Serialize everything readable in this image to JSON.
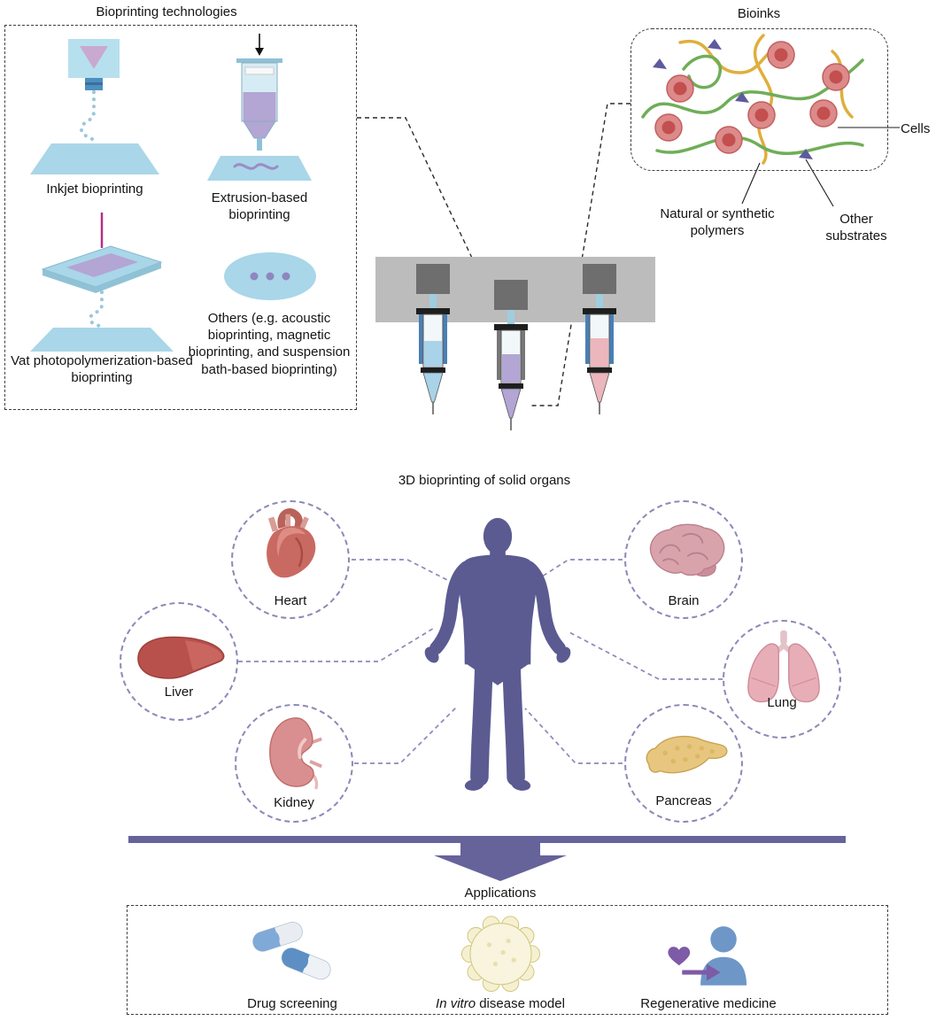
{
  "technologies": {
    "title": "Bioprinting technologies",
    "items": [
      {
        "label": "Inkjet bioprinting"
      },
      {
        "label": "Extrusion-based bioprinting"
      },
      {
        "label": "Vat photopolymerization-based bioprinting"
      },
      {
        "label": "Others (e.g. acoustic bioprinting, magnetic bioprinting, and suspension bath-based bioprinting)"
      }
    ]
  },
  "bioinks": {
    "title": "Bioinks",
    "labels": {
      "cells": "Cells",
      "polymers": "Natural or synthetic polymers",
      "substrates": "Other substrates"
    }
  },
  "organs_section": {
    "title": "3D bioprinting of solid organs",
    "organs": [
      {
        "label": "Heart"
      },
      {
        "label": "Liver"
      },
      {
        "label": "Kidney"
      },
      {
        "label": "Brain"
      },
      {
        "label": "Lung"
      },
      {
        "label": "Pancreas"
      }
    ]
  },
  "applications": {
    "title": "Applications",
    "items": [
      {
        "label": "Drug screening"
      },
      {
        "label_italic": "In vitro",
        "label_rest": " disease model"
      },
      {
        "label": "Regenerative medicine"
      }
    ]
  },
  "colors": {
    "light_blue": "#a9d6e8",
    "accent_purple": "#66639b",
    "body_purple": "#5b5b92",
    "connector_purple": "#8a8ab8",
    "cell_red": "#c34f4f",
    "polymer_green": "#6fae58",
    "polymer_yellow": "#dfaf3c"
  }
}
